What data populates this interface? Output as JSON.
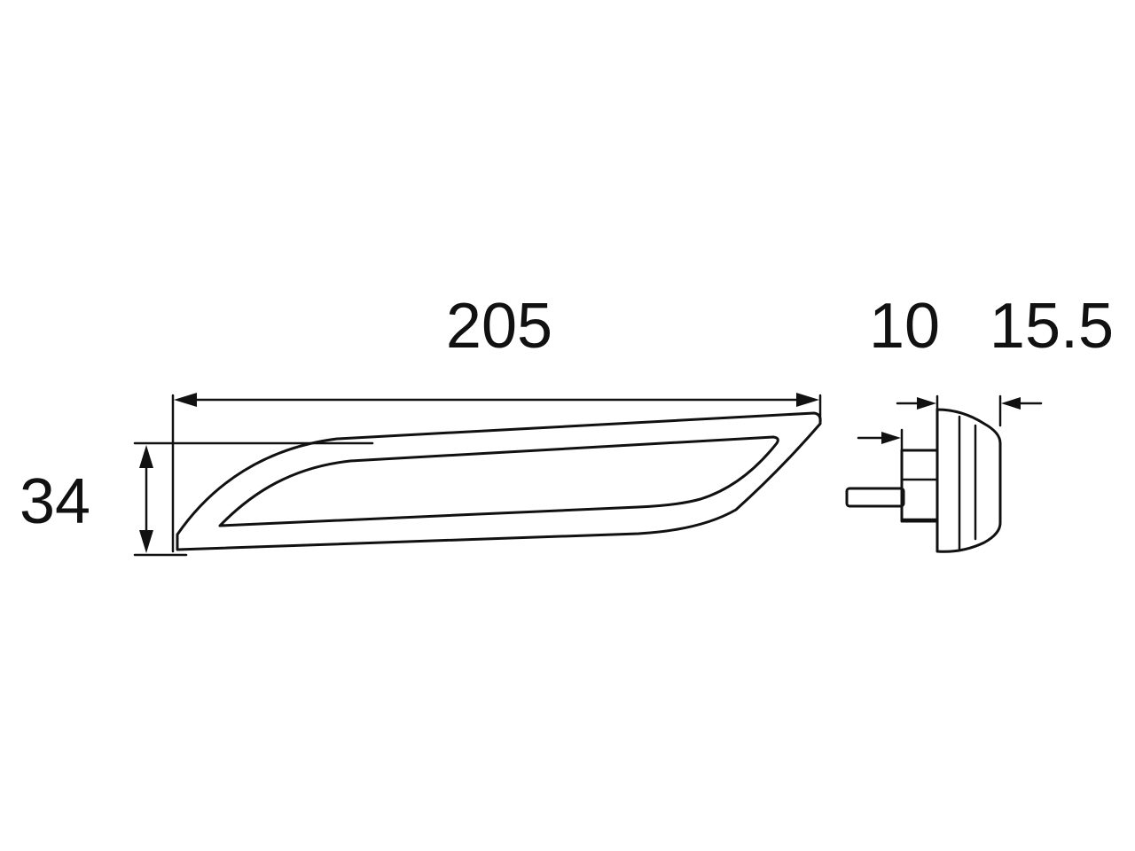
{
  "dimensions": {
    "length": "205",
    "height": "34",
    "depth_base": "10",
    "depth_total": "15.5"
  }
}
